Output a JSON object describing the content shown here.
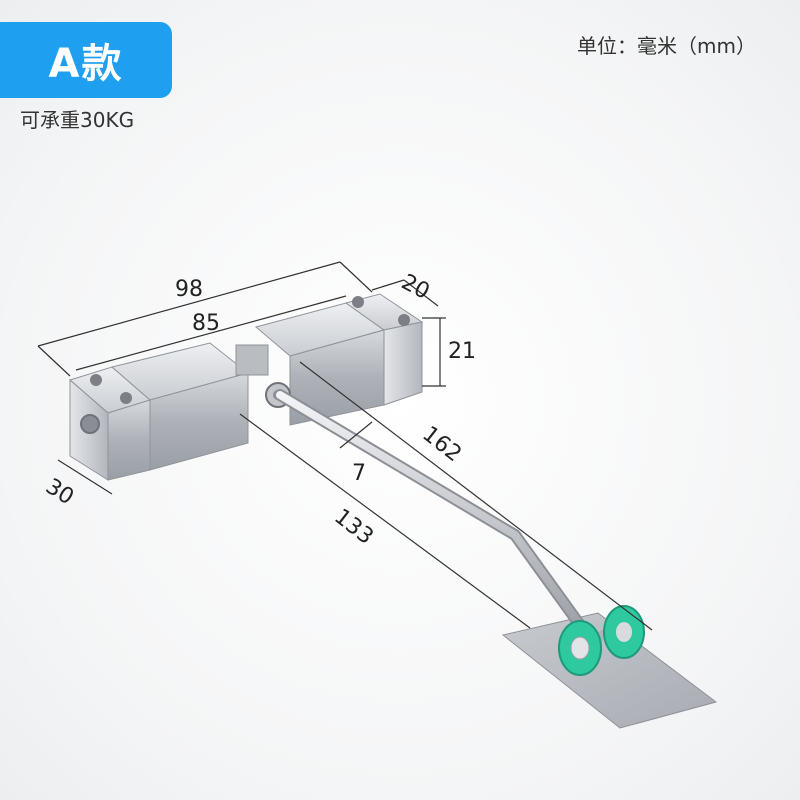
{
  "header": {
    "badge_label": "A款",
    "capacity_label": "可承重30KG",
    "unit_label": "单位：毫米（mm）"
  },
  "dimensions": {
    "total_length": "98",
    "body_length": "85",
    "end_width": "20",
    "height": "21",
    "depth": "30",
    "arm_length": "162",
    "rod_diameter": "7",
    "reach": "133"
  },
  "colors": {
    "accent": "#1f9ff0",
    "wheel": "#2fc9a0",
    "metal": "#c8cbd0"
  }
}
